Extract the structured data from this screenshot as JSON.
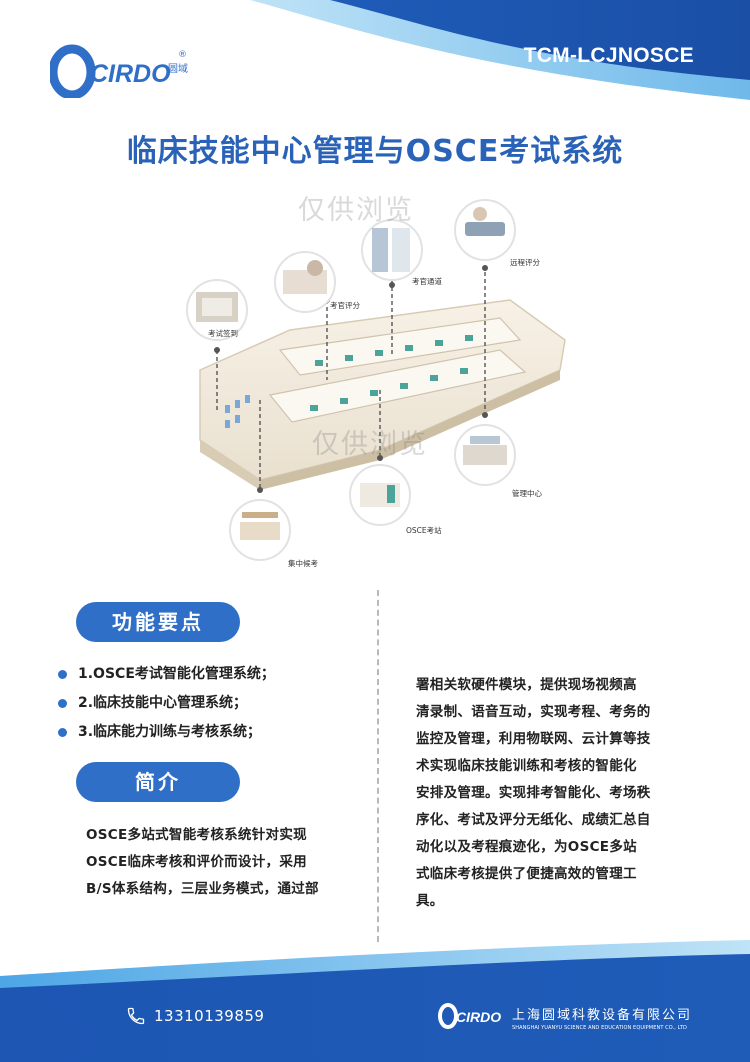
{
  "header": {
    "model_code": "TCM-LCJNOSCE",
    "logo_text": "CIRDO",
    "logo_cn": "圆域",
    "registered_mark": "®"
  },
  "page_title": "临床技能中心管理与OSCE考试系统",
  "watermark": "仅供浏览",
  "diagram_labels": {
    "remote_scoring": "远程评分",
    "examiner_corridor": "考官通道",
    "examiner_scoring": "考官评分",
    "exam_checkin": "考试签到",
    "management_center": "管理中心",
    "osce_station": "OSCE考站",
    "central_waiting": "集中候考"
  },
  "features": {
    "title": "功能要点",
    "items": [
      "1.OSCE考试智能化管理系统；",
      "2.临床技能中心管理系统；",
      "3.临床能力训练与考核系统；"
    ]
  },
  "intro": {
    "title": "简介",
    "left_lines": [
      "OSCE多站式智能考核系统针对实现",
      "OSCE临床考核和评价而设计，采用",
      "B/S体系结构，三层业务模式，通过部"
    ],
    "right_lines": [
      "署相关软硬件模块，提供现场视频高",
      "清录制、语音互动，实现考程、考务的",
      "监控及管理，利用物联网、云计算等技",
      "术实现临床技能训练和考核的智能化",
      "安排及管理。实现排考智能化、考场秩",
      "序化、考试及评分无纸化、成绩汇总自",
      "动化以及考程痕迹化，为OSCE多站",
      "式临床考核提供了便捷高效的管理工",
      "具。"
    ]
  },
  "footer": {
    "phone": "13310139859",
    "company_cn": "上海圆域科教设备有限公司",
    "company_en": "SHANGHAI YUANYU SCIENCE AND EDUCATION EQUIPMENT CO., LTD",
    "logo_text": "CIRDO"
  },
  "colors": {
    "brand_blue": "#2f6fc7",
    "title_blue": "#2a62b8",
    "dark_blue": "#1a4fa8",
    "light_blue": "#5fb0ea"
  }
}
